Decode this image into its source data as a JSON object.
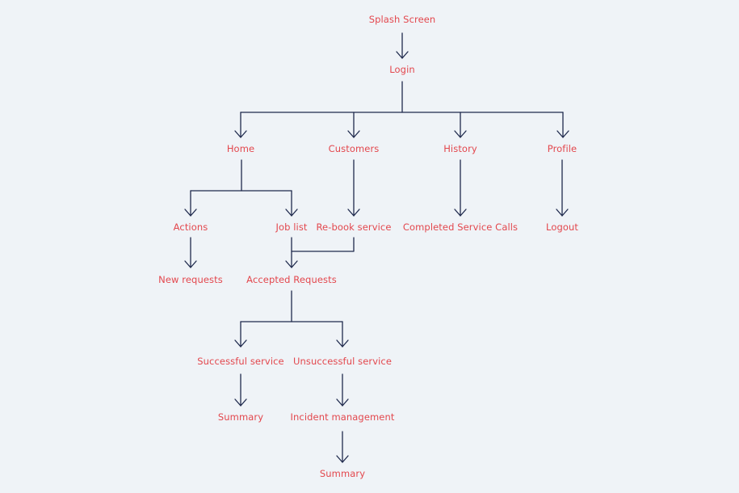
{
  "colors": {
    "background": "#eff3f7",
    "node_text": "#e3474d",
    "connector": "#1f2a4d"
  },
  "nodes": {
    "splash": "Splash Screen",
    "login": "Login",
    "home": "Home",
    "customers": "Customers",
    "history": "History",
    "profile": "Profile",
    "actions": "Actions",
    "job_list": "Job list",
    "rebook": "Re-book service",
    "completed": "Completed Service Calls",
    "logout": "Logout",
    "new_requests": "New requests",
    "accepted": "Accepted Requests",
    "successful": "Successful service",
    "unsuccessful": "Unsuccessful service",
    "summary_success": "Summary",
    "incident": "Incident management",
    "summary_incident": "Summary"
  }
}
